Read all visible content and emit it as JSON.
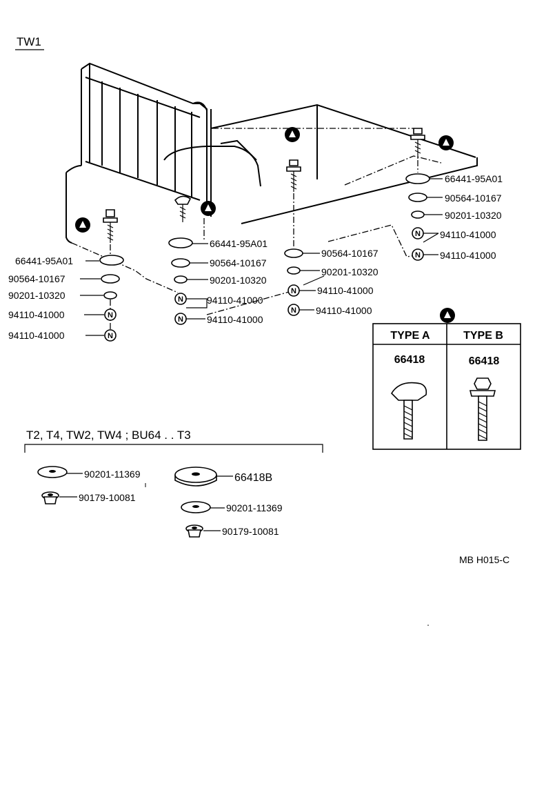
{
  "section_main": "TW1",
  "section_alt": "T2, T4, TW2, TW4 ; BU64 . . T3",
  "drawing_code": "MB H015-C",
  "symbols": {
    "bolt_marker": "triangle-marker-icon",
    "nut_marker": "N"
  },
  "type_table": {
    "col_a": {
      "header": "TYPE A",
      "part": "66418"
    },
    "col_b": {
      "header": "TYPE B",
      "part": "66418"
    }
  },
  "callouts": {
    "left": [
      "66441-95A01",
      "90564-10167",
      "90201-10320",
      "94110-41000",
      "94110-41000"
    ],
    "center_left": [
      "66441-95A01",
      "90564-10167",
      "90201-10320",
      "94110-41000",
      "94110-41000"
    ],
    "center_right": [
      "90564-10167",
      "90201-10320",
      "94110-41000",
      "94110-41000"
    ],
    "right": [
      "66441-95A01",
      "90564-10167",
      "90201-10320",
      "94110-41000",
      "94110-41000"
    ]
  },
  "alt_parts": {
    "left": [
      "90201-11369",
      "90179-10081"
    ],
    "right": [
      "66418B",
      "90201-11369",
      "90179-10081"
    ]
  }
}
